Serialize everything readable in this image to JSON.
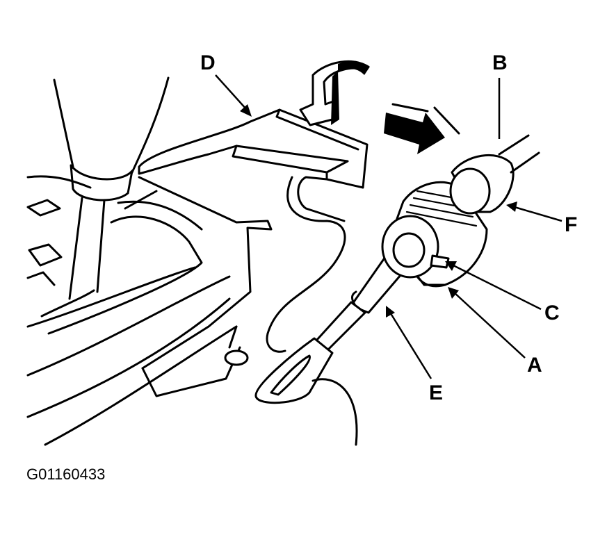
{
  "figure_id": "G01160433",
  "callouts": {
    "A": "A",
    "B": "B",
    "C": "C",
    "D": "D",
    "E": "E",
    "F": "F"
  }
}
